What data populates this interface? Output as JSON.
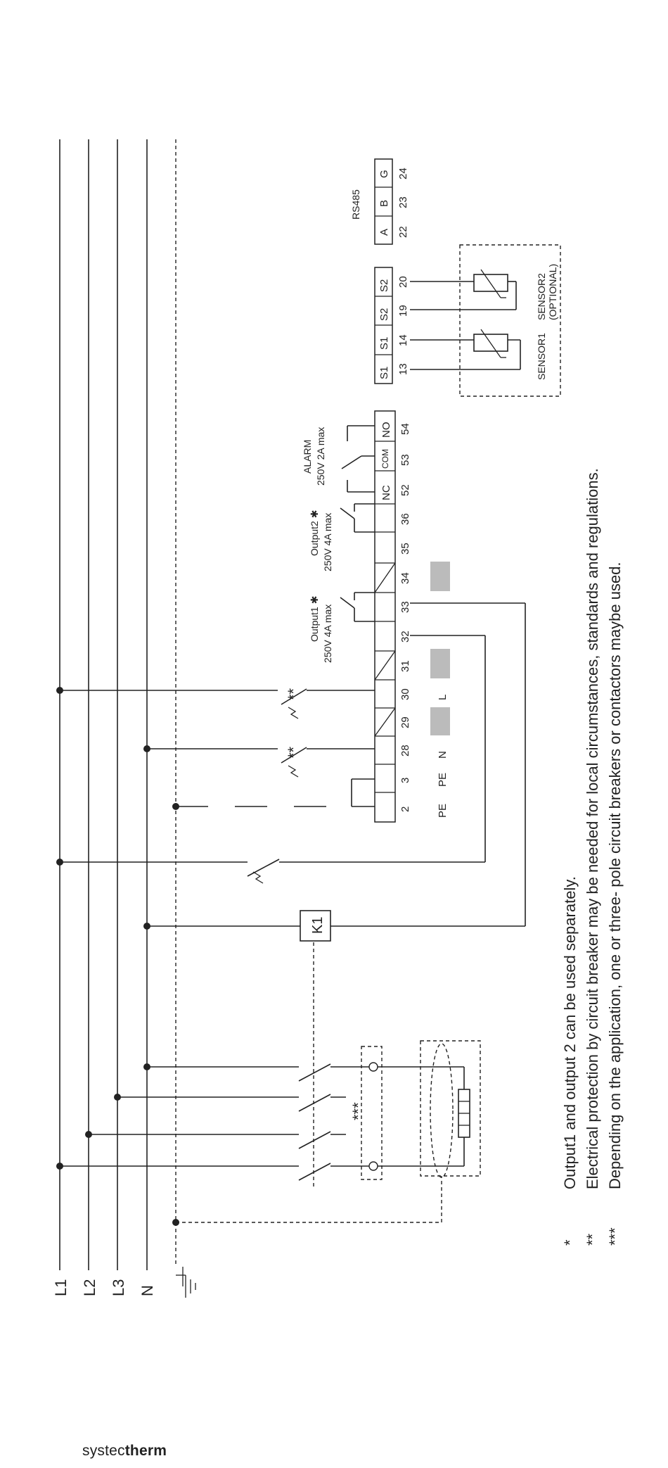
{
  "bus_labels": {
    "l1": "L1",
    "l2": "L2",
    "l3": "L3",
    "n": "N"
  },
  "terminals": {
    "main": [
      "2",
      "3",
      "28",
      "29",
      "30",
      "31",
      "32",
      "33",
      "34",
      "35",
      "36"
    ],
    "alarm": [
      "NC",
      "COM",
      "NO"
    ],
    "alarm_numbers": [
      "52",
      "53",
      "54"
    ],
    "sensor": [
      "S1",
      "S1",
      "S2",
      "S2"
    ],
    "sensor_numbers": [
      "13",
      "14",
      "19",
      "20"
    ],
    "rs485": [
      "A",
      "B",
      "G"
    ],
    "rs485_numbers": [
      "22",
      "23",
      "24"
    ]
  },
  "supply_labels": {
    "pe1": "PE",
    "pe2": "PE",
    "n": "N",
    "l": "L"
  },
  "labels": {
    "output1_line1": "Output1 ✱",
    "output1_line2": "250V 4A max",
    "output2_line1": "Output2 ✱",
    "output2_line2": "250V 4A max",
    "alarm_line1": "ALARM",
    "alarm_line2": "250V 2A max",
    "rs485": "RS485",
    "sensor1": "SENSOR1",
    "sensor2_line1": "SENSOR2",
    "sensor2_line2": "(OPTIONAL)",
    "k1": "K1",
    "breaker_mark_1": "**",
    "breaker_mark_2": "**",
    "contactor_mark": "***"
  },
  "footnotes": [
    {
      "mark": "*",
      "text": "Output1 and output 2 can be used separately."
    },
    {
      "mark": "**",
      "text": "Electrical protection by circuit breaker may be needed for local circumstances, standards and regulations."
    },
    {
      "mark": "***",
      "text": "Depending on the application, one or three- pole circuit breakers or contactors maybe used."
    }
  ],
  "brand": {
    "light": "systec",
    "bold": "therm"
  }
}
